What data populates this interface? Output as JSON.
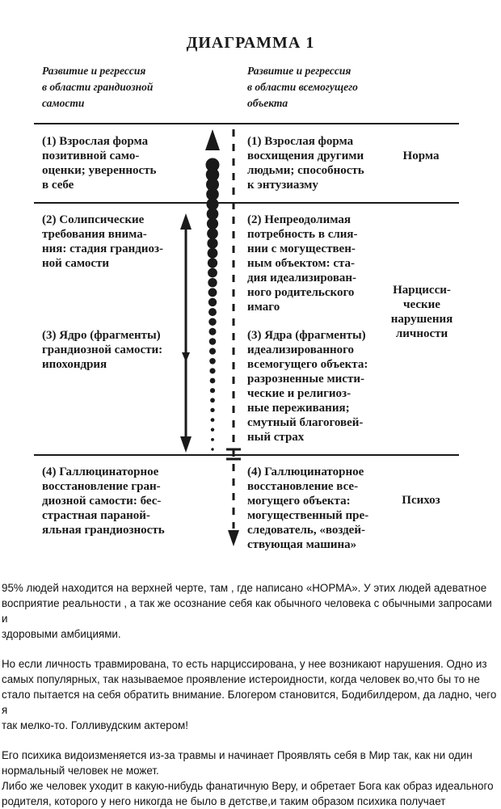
{
  "diagram": {
    "title": "ДИАГРАММА 1",
    "left_header": [
      "Развитие и регрессия",
      "в области грандиозной",
      "самости"
    ],
    "right_header": [
      "Развитие и регрессия",
      "в области всемогущего",
      "объекта"
    ],
    "rows": [
      {
        "left": [
          "(1) Взрослая форма",
          "позитивной само-",
          "оценки; уверенность",
          "в себе"
        ],
        "right": [
          "(1) Взрослая форма",
          "восхищения другими",
          "людьми; способность",
          "к энтузиазму"
        ],
        "label": [
          "Норма"
        ]
      },
      {
        "left": [
          "(2) Солипсические",
          "требования внима-",
          "ния: стадия грандиоз-",
          "ной самости"
        ],
        "right": [
          "(2) Непреодолимая",
          "потребность в слия-",
          "нии с могуществен-",
          "ным объектом: ста-",
          "дия идеализирован-",
          "ного родительского",
          "имаго"
        ],
        "label": [
          "Нарцисси-",
          "ческие",
          "нарушения",
          "личности"
        ]
      },
      {
        "left": [
          "(3) Ядро (фрагменты)",
          "грандиозной самости:",
          "ипохондрия"
        ],
        "right": [
          "(3) Ядра (фрагменты)",
          "идеализированного",
          "всемогущего объекта:",
          "разрозненные мисти-",
          "ческие и религиоз-",
          "ные переживания;",
          "смутный благоговей-",
          "ный страх"
        ]
      },
      {
        "left": [
          "(4) Галлюцинаторное",
          "восстановление гран-",
          "диозной самости: бес-",
          "страстная параной-",
          "яльная грандиозность"
        ],
        "right": [
          "(4) Галлюцинаторное",
          "восстановление все-",
          "могущего объекта:",
          "могущественный пре-",
          "следователь, «воздей-",
          "ствующая машина»"
        ],
        "label": [
          "Психоз"
        ]
      }
    ]
  },
  "paragraphs": [
    [
      "95% людей находится на верхней черте, там , где написано «НОРМА». У этих людей адеватное",
      "восприятие реальности , а так же осознание себя как обычного человека с обычными запросами и",
      "здоровыми амбициями."
    ],
    [
      "Но если личность травмирована, то есть нарциссирована, у нее возникают нарушения. Одно из",
      "самых популярных, так называемое проявление истероидности, когда человек во,что бы то не",
      "стало пытается на себя обратить внимание. Блогером становится, Бодибилдером, да ладно, чего я",
      "так мелко-то. Голливудским актером!"
    ],
    [
      "Его психика видоизменяется из-за травмы и начинает Проявлять себя в Мир так, как ни один",
      "нормальный человек не может."
    ],
    [
      "Либо же человек уходит в какую-нибудь фанатичную Веру, и обретает Бога как образ идеального",
      "родителя, которого у него никогда не было в детстве,и таким образом психика получает"
    ]
  ]
}
